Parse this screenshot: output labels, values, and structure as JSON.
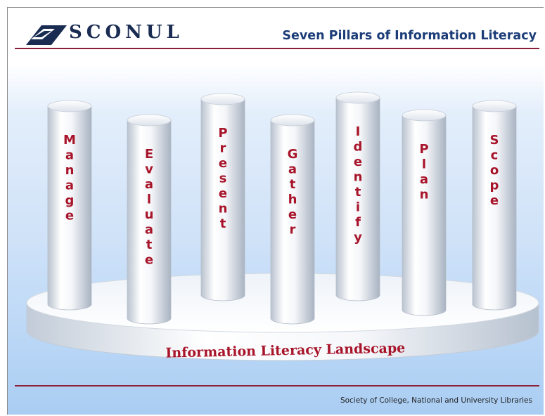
{
  "header": {
    "logo_text": "SCONUL",
    "title": "Seven Pillars of Information Literacy"
  },
  "diagram": {
    "pillars": [
      "Manage",
      "Evaluate",
      "Present",
      "Gather",
      "Identify",
      "Plan",
      "Scope"
    ],
    "base_label": "Information Literacy Landscape"
  },
  "footer": {
    "text": "Society of College, National and University Libraries"
  },
  "colors": {
    "label_red": "#a8142a",
    "rule": "#8b1f38",
    "title_blue": "#1c3d78"
  },
  "icons": [
    "sconul-logo-icon"
  ]
}
